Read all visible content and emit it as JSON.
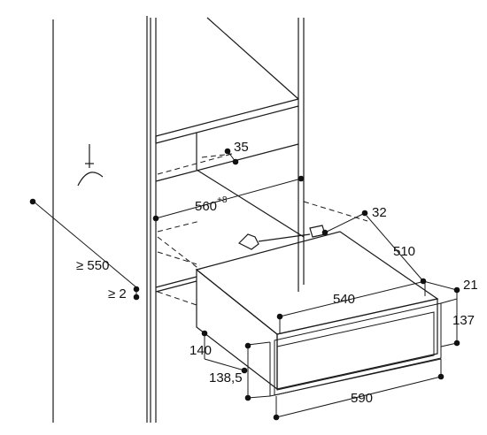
{
  "labels": {
    "d35": "35",
    "d560": "560",
    "d560_tol": "+8",
    "d32": "32",
    "d550": "≥ 550",
    "d2": "≥ 2",
    "d510": "510",
    "d21": "21",
    "d540": "540",
    "d137": "137",
    "d140": "140",
    "d138_5": "138,5",
    "d590": "590"
  },
  "icons": [
    "power-plug-icon",
    "mounting-bracket-icon"
  ]
}
